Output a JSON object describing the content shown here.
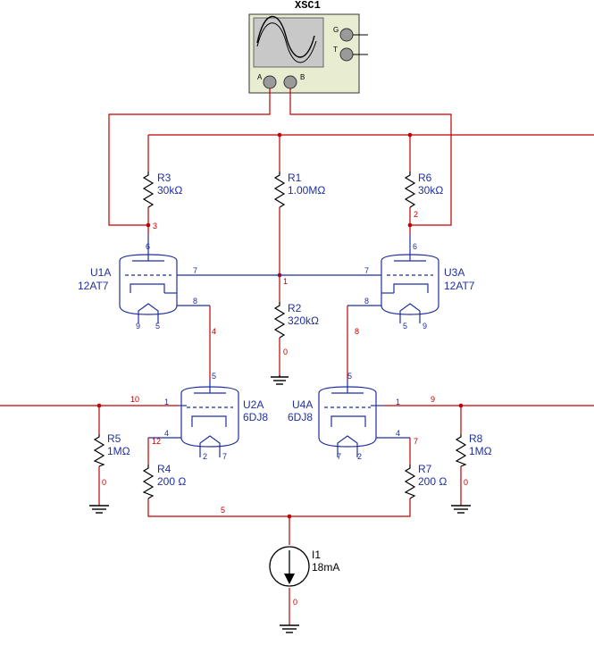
{
  "scope": {
    "label": "XSC1",
    "pin_a": "A",
    "pin_b": "B",
    "pin_g": "G",
    "pin_t": "T"
  },
  "tubes": {
    "u1a": {
      "ref": "U1A",
      "type": "12AT7",
      "pins": [
        "6",
        "7",
        "8",
        "9",
        "5"
      ]
    },
    "u3a": {
      "ref": "U3A",
      "type": "12AT7",
      "pins": [
        "6",
        "7",
        "8",
        "5",
        "9"
      ]
    },
    "u2a": {
      "ref": "U2A",
      "type": "6DJ8",
      "pins": [
        "5",
        "1",
        "4",
        "2",
        "7"
      ]
    },
    "u4a": {
      "ref": "U4A",
      "type": "6DJ8",
      "pins": [
        "5",
        "1",
        "4",
        "7",
        "2"
      ]
    }
  },
  "resistors": {
    "r1": {
      "ref": "R1",
      "value": "1.00MΩ"
    },
    "r2": {
      "ref": "R2",
      "value": "320kΩ"
    },
    "r3": {
      "ref": "R3",
      "value": "30kΩ"
    },
    "r4": {
      "ref": "R4",
      "value": "200 Ω"
    },
    "r5": {
      "ref": "R5",
      "value": "1MΩ"
    },
    "r6": {
      "ref": "R6",
      "value": "30kΩ"
    },
    "r7": {
      "ref": "R7",
      "value": "200 Ω"
    },
    "r8": {
      "ref": "R8",
      "value": "1MΩ"
    }
  },
  "source": {
    "ref": "I1",
    "value": "18mA"
  },
  "nets": {
    "n3": "3",
    "n2": "2",
    "n1": "1",
    "n4": "4",
    "n8": "8",
    "n0a": "0",
    "n10": "10",
    "n9": "9",
    "n12": "12",
    "n7": "7",
    "n0b": "0",
    "n0c": "0",
    "n5": "5",
    "n0d": "0"
  }
}
